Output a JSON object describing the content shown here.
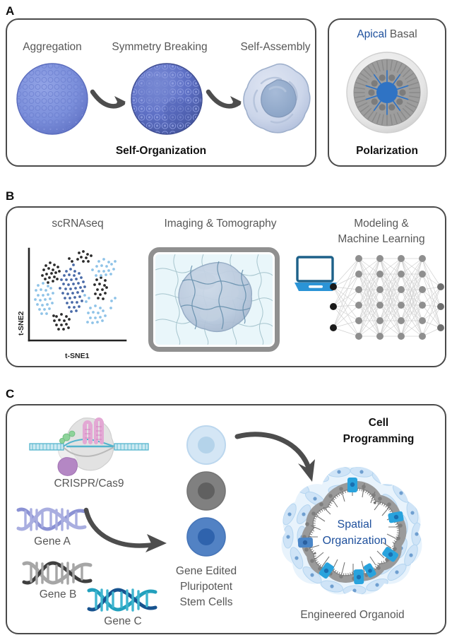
{
  "figure": {
    "panels": [
      {
        "id": "A",
        "label": "A",
        "boxes": [
          {
            "id": "self-organization",
            "caption": "Self-Organization",
            "stages": [
              {
                "id": "aggregation",
                "label": "Aggregation",
                "graphic": "cell-sphere-uniform",
                "color": "#7b8fdb"
              },
              {
                "id": "symmetry-breaking",
                "label": "Symmetry Breaking",
                "graphic": "cell-sphere-patterned",
                "color": "#5d6fc4"
              },
              {
                "id": "self-assembly",
                "label": "Self-Assembly",
                "graphic": "organoid-blob",
                "color": "#c3cde4"
              }
            ],
            "arrows": [
              "arrow-1",
              "arrow-2"
            ]
          },
          {
            "id": "polarization",
            "caption": "Polarization",
            "legend": [
              {
                "text": "Apical",
                "color": "#1d4f9c"
              },
              {
                "text": "Basal",
                "color": "#575757"
              }
            ],
            "graphic": "polarized-rosette",
            "lumen_color": "#2f73c4",
            "cell_color": "#9d9d9d"
          }
        ]
      },
      {
        "id": "B",
        "label": "B",
        "items": [
          {
            "id": "scrnaseq",
            "title": "scRNAseq",
            "graphic": "tsne-scatter",
            "axes": {
              "x": "t-SNE1",
              "y": "t-SNE2"
            }
          },
          {
            "id": "imaging-tomography",
            "title": "Imaging & Tomography",
            "graphic": "tomography-frame"
          },
          {
            "id": "modeling-ml",
            "title_lines": [
              "Modeling &",
              "Machine Learning"
            ],
            "graphic": "laptop-neural-network"
          }
        ]
      },
      {
        "id": "C",
        "label": "C",
        "caption_lines": [
          "Cell",
          "Programming"
        ],
        "items": [
          {
            "id": "crispr",
            "label": "CRISPR/Cas9",
            "graphic": "crispr-cas9"
          },
          {
            "id": "gene-a",
            "label": "Gene A",
            "graphic": "dna-helix",
            "colors": [
              "#8b92d4",
              "#a9aee0"
            ]
          },
          {
            "id": "gene-b",
            "label": "Gene B",
            "graphic": "dna-helix",
            "colors": [
              "#3f3f3f",
              "#a6a6a6"
            ]
          },
          {
            "id": "gene-c",
            "label": "Gene C",
            "graphic": "dna-helix",
            "colors": [
              "#17538f",
              "#22a0bd"
            ]
          },
          {
            "id": "gene-edited-cells",
            "label_lines": [
              "Gene Edited",
              "Pluripotent",
              "Stem Cells"
            ],
            "graphic": "stem-cell-stack",
            "cells": [
              {
                "id": "cell-light-blue",
                "fill": "#d4e6f5",
                "nucleus": "#b4d3ea"
              },
              {
                "id": "cell-gray",
                "fill": "#808080",
                "nucleus": "#606060"
              },
              {
                "id": "cell-blue",
                "fill": "#5282c4",
                "nucleus": "#2f63ad"
              }
            ]
          },
          {
            "id": "engineered-organoid",
            "label": "Engineered Organoid",
            "graphic": "lobed-organoid",
            "inner_label_lines": [
              "Spatial",
              "Organization"
            ],
            "inner_label_color": "#1d4f9c"
          }
        ],
        "arrows": [
          "arrow-genes-to-cells",
          "arrow-cells-to-organoid"
        ]
      }
    ]
  },
  "colors": {
    "panel_border": "#4a4a4a",
    "caption_gray": "#575757",
    "caption_black": "#111111",
    "accent_blue": "#1d4f9c",
    "arrow_gray": "#4d4d4d"
  }
}
